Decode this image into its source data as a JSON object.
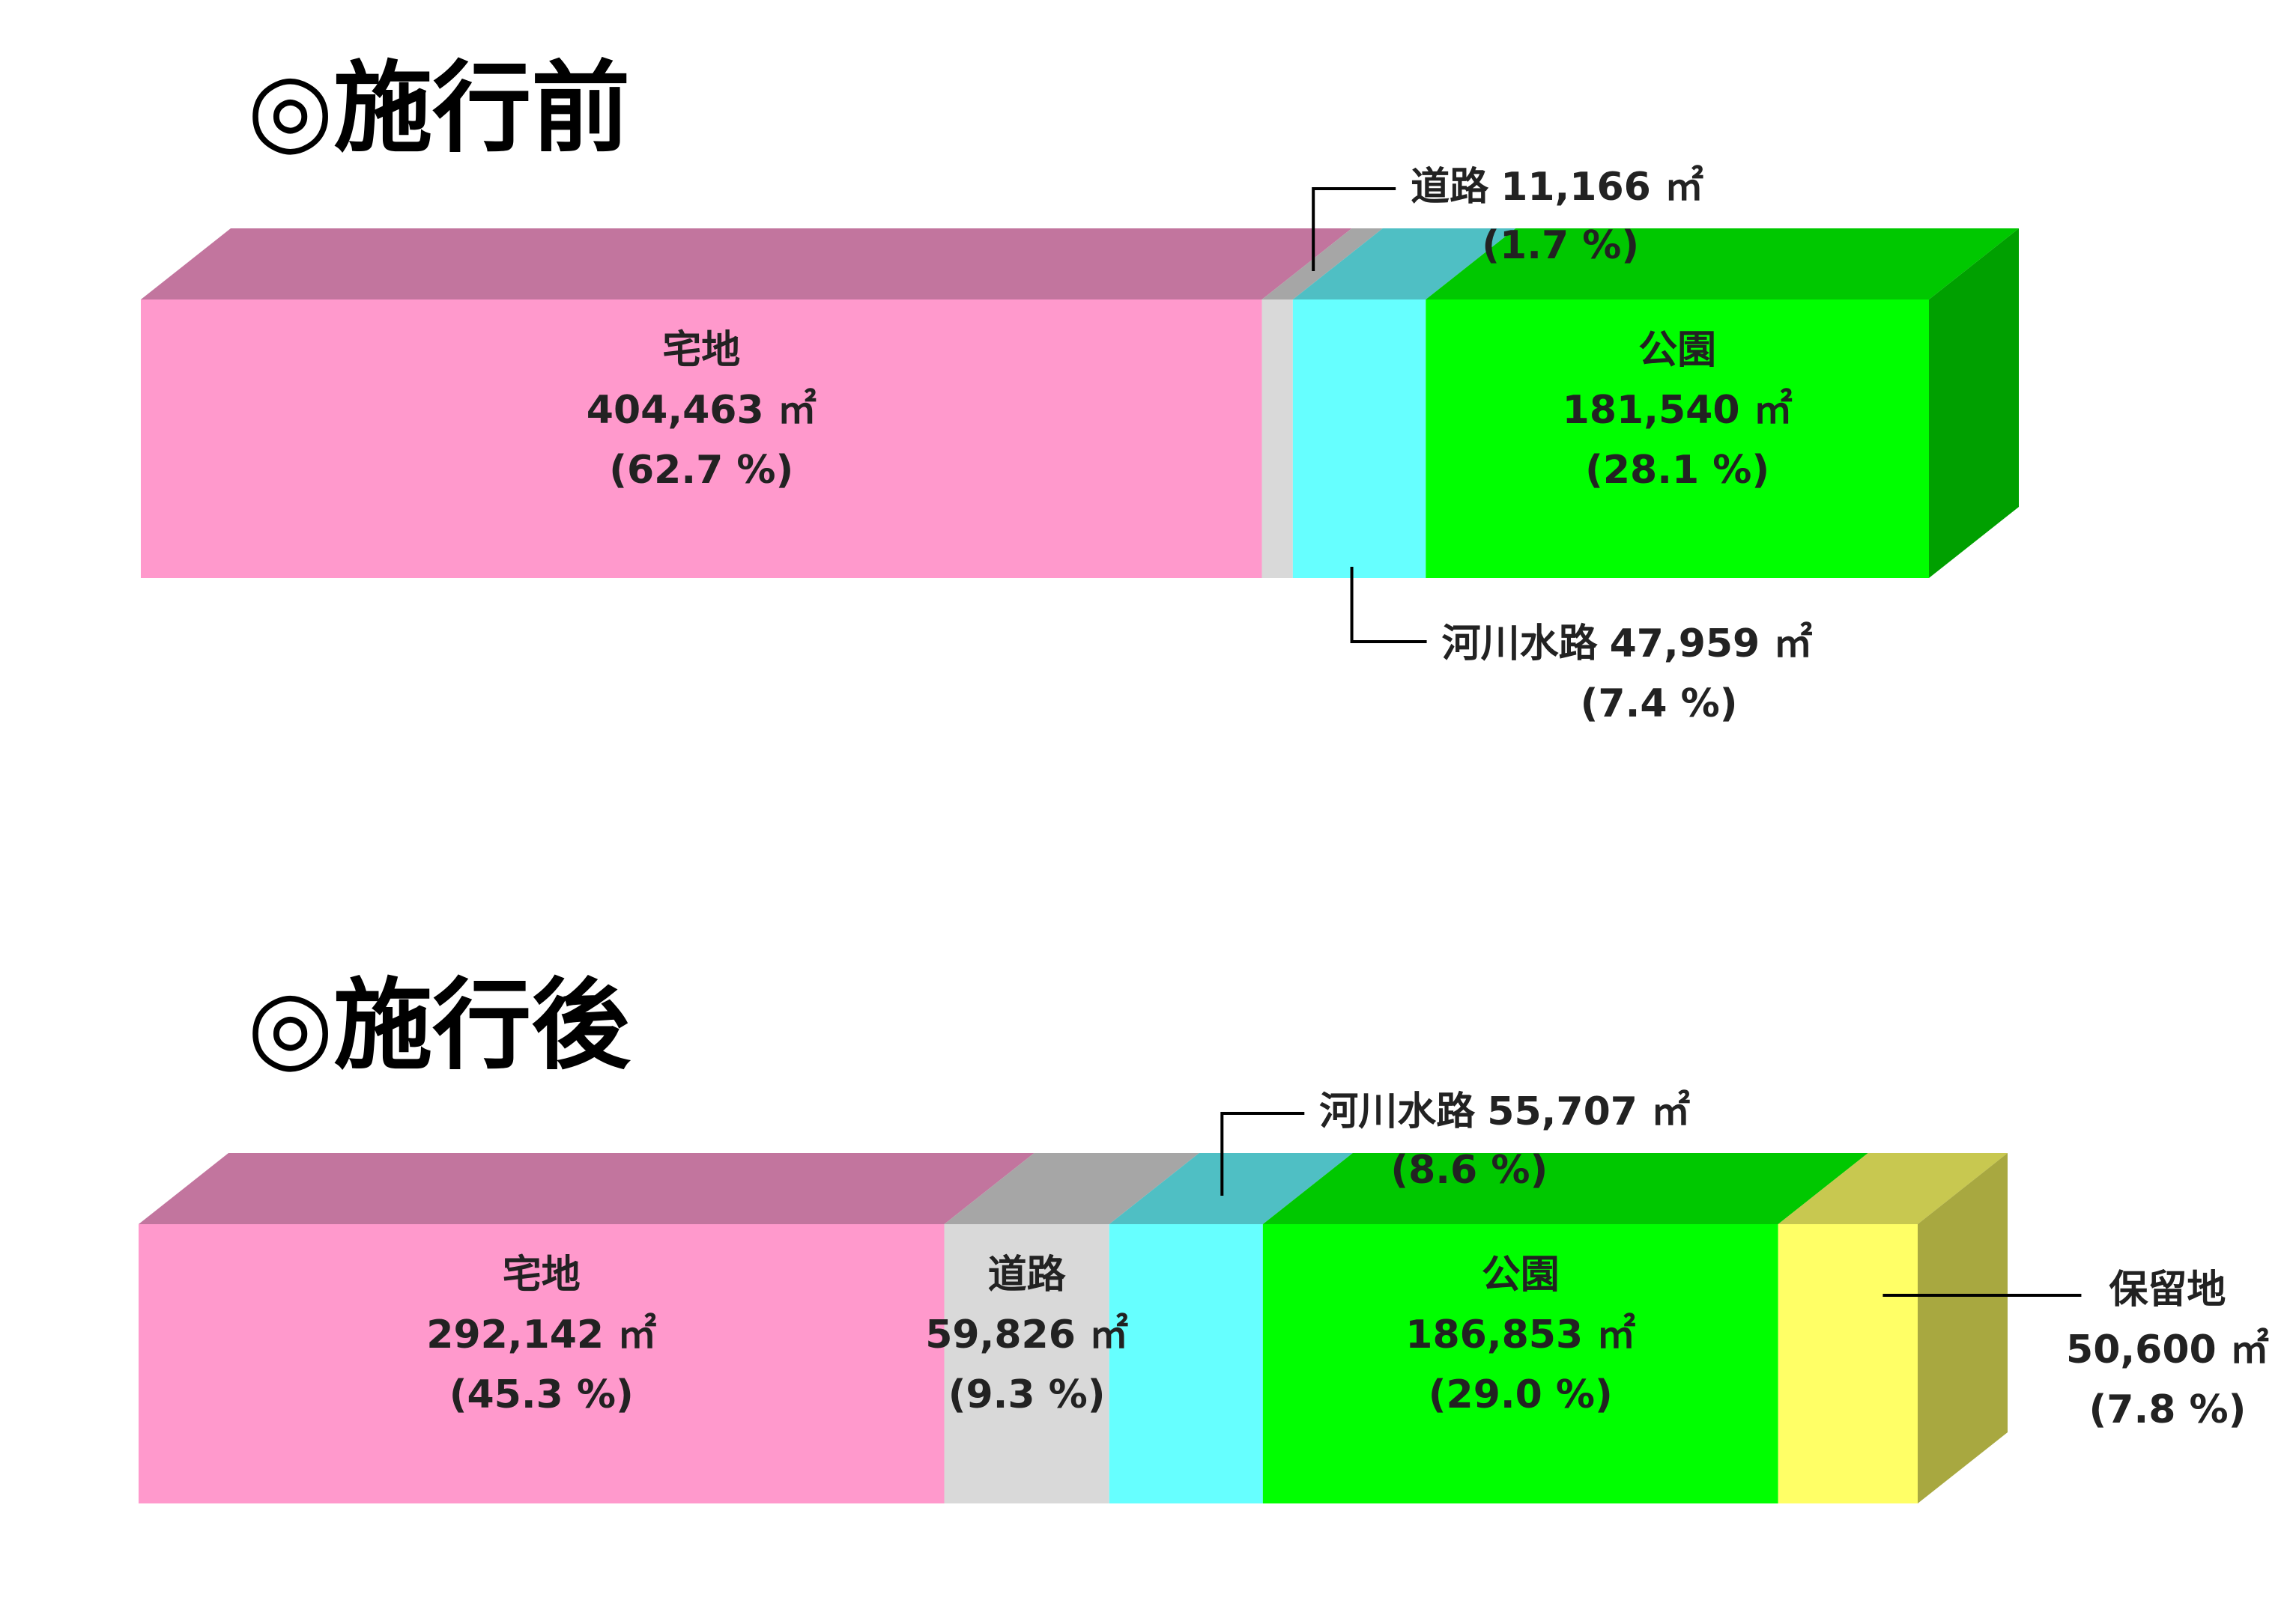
{
  "chart_data": [
    {
      "type": "bar",
      "title": "◎施行前",
      "unit": "㎡",
      "segments": [
        {
          "name": "宅地",
          "area": "404,463 ㎡",
          "value": 404463,
          "percent": "(62.7 %)",
          "color": "#ff99cc",
          "top_color": "#c2759e",
          "side_color": "#c2759e",
          "label_position": "inside"
        },
        {
          "name": "道路",
          "area": "11,166 ㎡",
          "value": 11166,
          "percent": "(1.7 %)",
          "color": "#d9d9d9",
          "top_color": "#a6a6a6",
          "side_color": "#a6a6a6",
          "label_position": "above"
        },
        {
          "name": "河川水路",
          "area": "47,959 ㎡",
          "value": 47959,
          "percent": "(7.4 %)",
          "color": "#66ffff",
          "top_color": "#4fbfc4",
          "side_color": "#4fbfc4",
          "label_position": "below"
        },
        {
          "name": "公園",
          "area": "181,540 ㎡",
          "value": 181540,
          "percent": "(28.1 %)",
          "color": "#00ff00",
          "top_color": "#00c800",
          "side_color": "#00a000",
          "label_position": "inside"
        }
      ]
    },
    {
      "type": "bar",
      "title": "◎施行後",
      "unit": "㎡",
      "segments": [
        {
          "name": "宅地",
          "area": "292,142 ㎡",
          "value": 292142,
          "percent": "(45.3 %)",
          "color": "#ff99cc",
          "top_color": "#c2759e",
          "side_color": "#c2759e",
          "label_position": "inside"
        },
        {
          "name": "道路",
          "area": "59,826 ㎡",
          "value": 59826,
          "percent": "(9.3 %)",
          "color": "#d9d9d9",
          "top_color": "#a6a6a6",
          "side_color": "#a6a6a6",
          "label_position": "inside"
        },
        {
          "name": "河川水路",
          "area": "55,707 ㎡",
          "value": 55707,
          "percent": "(8.6 %)",
          "color": "#66ffff",
          "top_color": "#4fbfc4",
          "side_color": "#4fbfc4",
          "label_position": "above"
        },
        {
          "name": "公園",
          "area": "186,853 ㎡",
          "value": 186853,
          "percent": "(29.0 %)",
          "color": "#00ff00",
          "top_color": "#00c800",
          "side_color": "#00a000",
          "label_position": "inside"
        },
        {
          "name": "保留地",
          "area": "50,600 ㎡",
          "value": 50600,
          "percent": "(7.8 %)",
          "color": "#ffff66",
          "top_color": "#c8c850",
          "side_color": "#a8a840",
          "label_position": "right"
        }
      ]
    }
  ]
}
